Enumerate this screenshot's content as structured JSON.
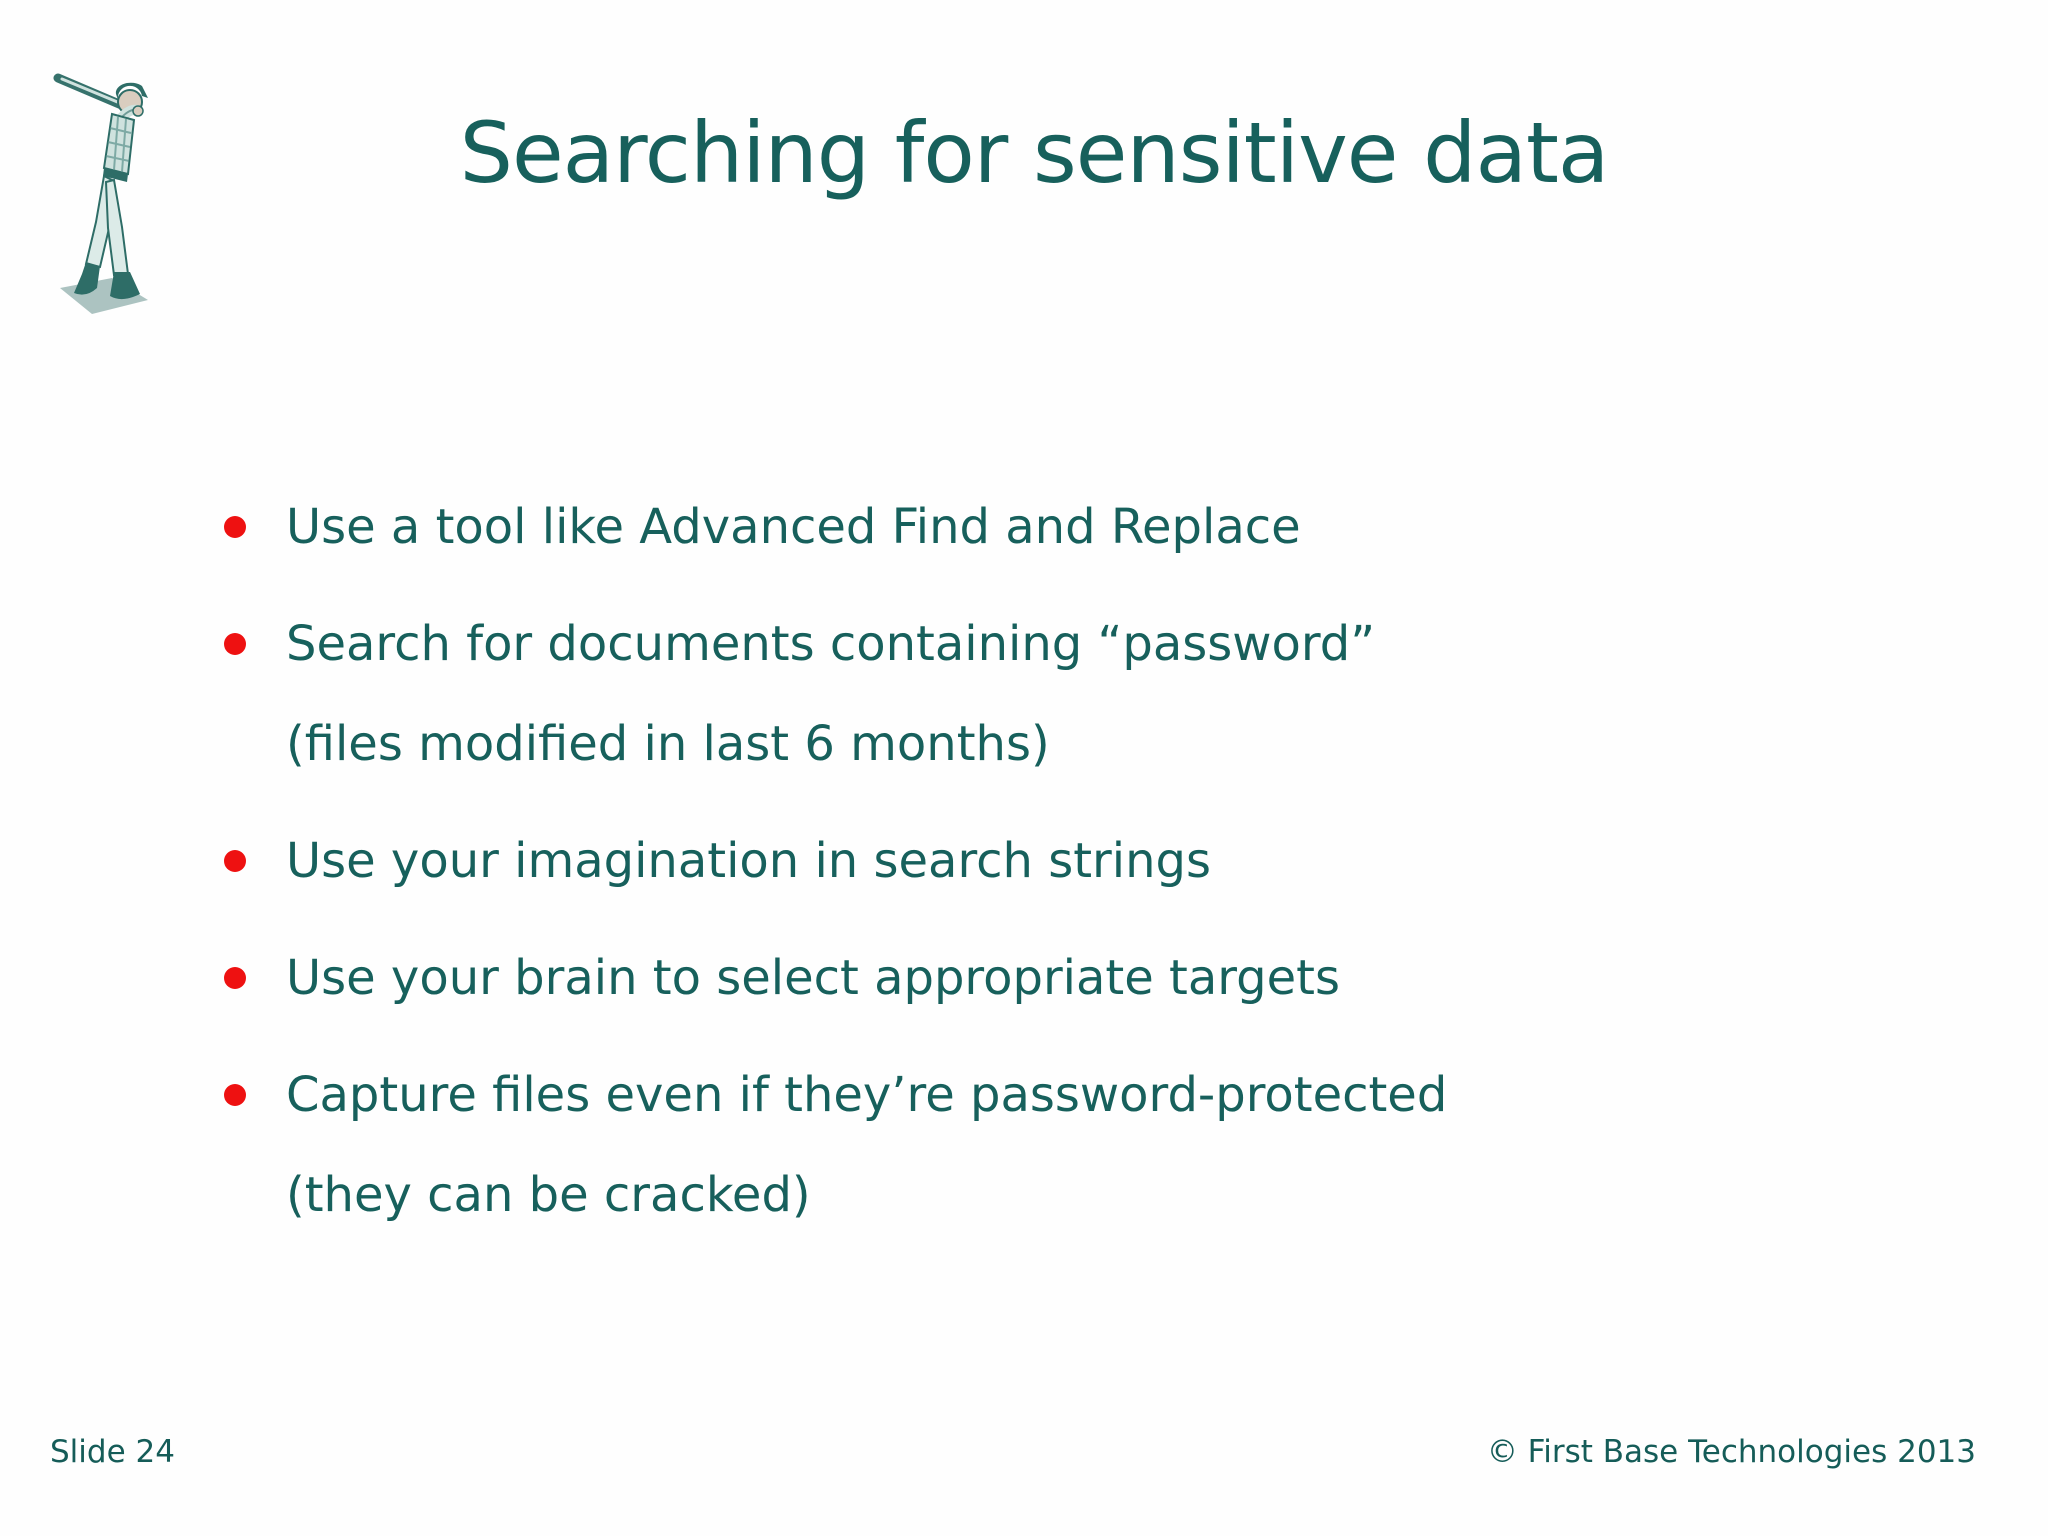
{
  "colors": {
    "text_teal": "#17605C",
    "bullet_red": "#EE1111",
    "background": "#FEFEFE"
  },
  "slide": {
    "title": "Searching for sensitive data",
    "decoration_icon": "baseball-batter-clipart",
    "bullets": [
      {
        "lines": [
          "Use a tool like Advanced Find and Replace"
        ]
      },
      {
        "lines": [
          "Search for documents containing “password”",
          "(files modified in last 6 months)"
        ]
      },
      {
        "lines": [
          "Use your imagination in search strings"
        ]
      },
      {
        "lines": [
          "Use your brain to select appropriate targets"
        ]
      },
      {
        "lines": [
          "Capture files even if they’re password-protected",
          "(they can be cracked)"
        ]
      }
    ],
    "footer": {
      "left": "Slide 24",
      "right": "© First Base Technologies 2013"
    }
  }
}
